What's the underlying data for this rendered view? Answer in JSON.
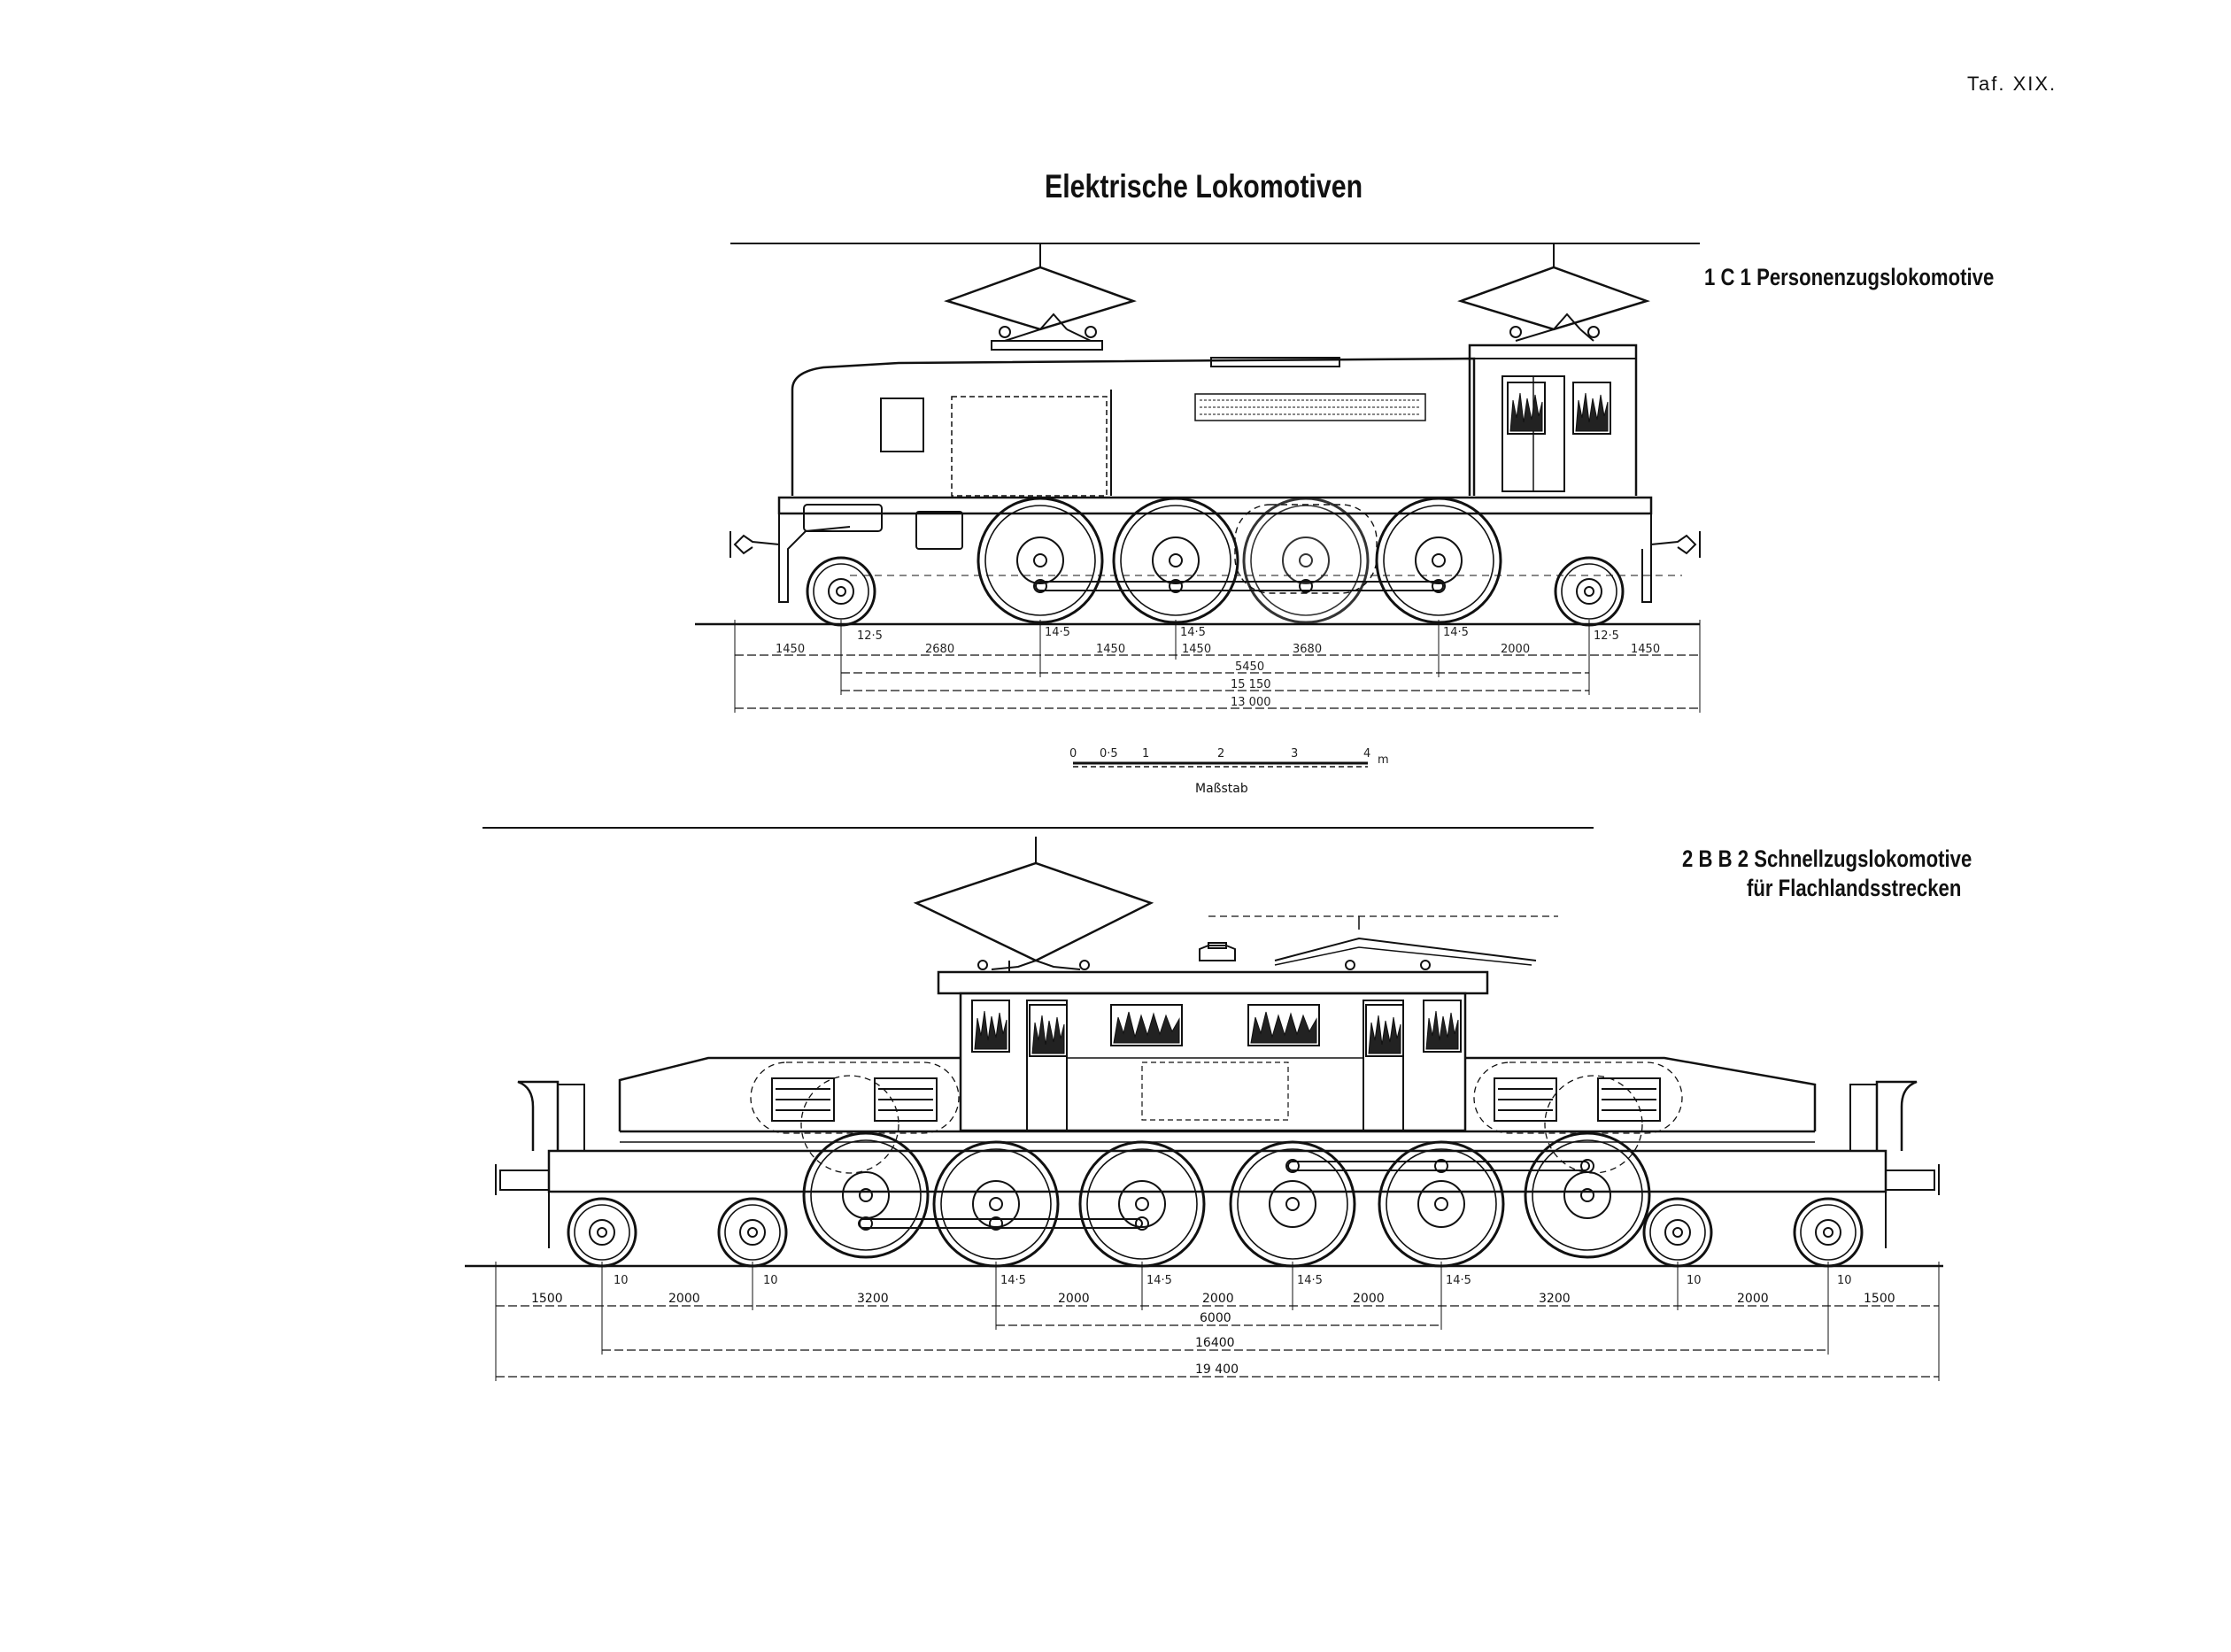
{
  "plate_label": "Taf. XIX.",
  "title": "Elektrische Lokomotiven",
  "loco1": {
    "caption": "1 C 1 Personenzugslokomotive",
    "axle_marks": [
      "12·5",
      "14·5",
      "14·5",
      "14·5",
      "12·5"
    ],
    "spacings": [
      "1450",
      "2680",
      "1450",
      "1450",
      "3680",
      "2000",
      "1450"
    ],
    "totals": [
      "5450",
      "15 150",
      "13 000"
    ]
  },
  "scale": {
    "label": "Maßstab",
    "ticks": [
      "0",
      "0·5",
      "1",
      "2",
      "3",
      "4",
      "m"
    ]
  },
  "loco2": {
    "caption_line1": "2 B B 2 Schnellzugslokomotive",
    "caption_line2": "für Flachlandsstrecken",
    "axle_marks": [
      "10",
      "10",
      "14·5",
      "14·5",
      "14·5",
      "14·5",
      "10",
      "10"
    ],
    "spacings": [
      "1500",
      "2000",
      "3200",
      "2000",
      "2000",
      "2000",
      "3200",
      "2000",
      "1500"
    ],
    "totals": [
      "6000",
      "16400",
      "19 400"
    ]
  }
}
